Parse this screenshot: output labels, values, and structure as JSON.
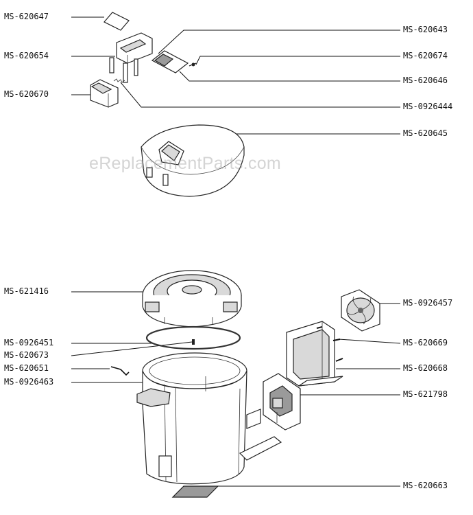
{
  "watermark": "eReplacementParts.com",
  "labels": {
    "p620647": "MS-620647",
    "p620654": "MS-620654",
    "p620670": "MS-620670",
    "p620643": "MS-620643",
    "p620674": "MS-620674",
    "p620646": "MS-620646",
    "p0926444": "MS-0926444",
    "p620645": "MS-620645",
    "p621416": "MS-621416",
    "p0926451": "MS-0926451",
    "p620673": "MS-620673",
    "p620651": "MS-620651",
    "p0926463": "MS-0926463",
    "p0926457": "MS-0926457",
    "p620669": "MS-620669",
    "p620668": "MS-620668",
    "p621798": "MS-621798",
    "p620663": "MS-620663"
  }
}
